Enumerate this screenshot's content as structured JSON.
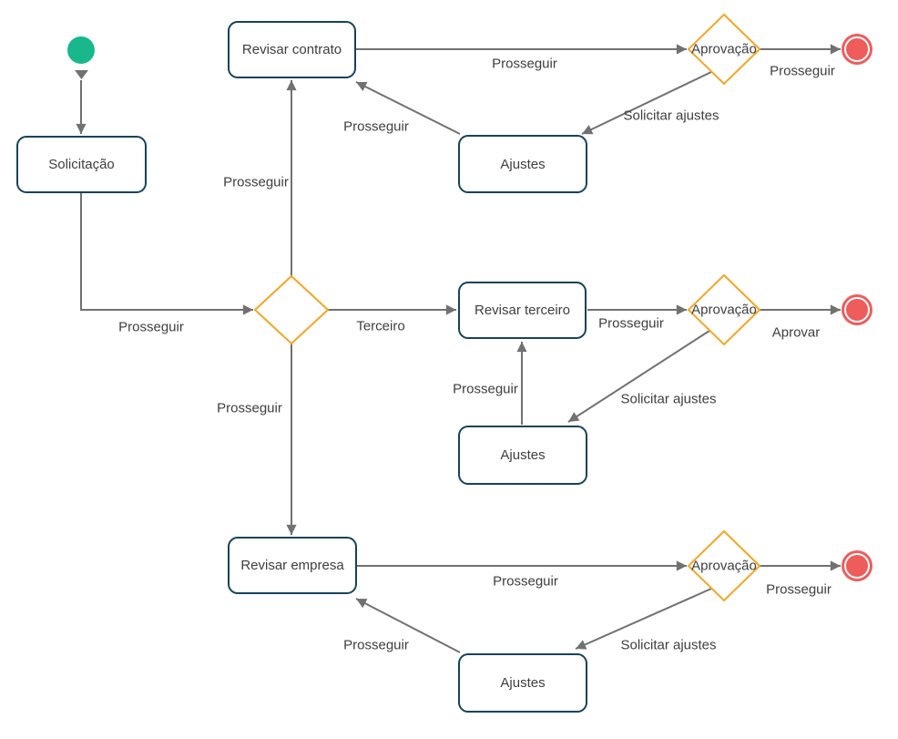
{
  "diagram": {
    "colors": {
      "node_border": "#17435a",
      "decision_border": "#f5a623",
      "start_fill": "#18b88c",
      "end_fill": "#ee5c5c",
      "edge": "#717171",
      "text": "#3e3e3e",
      "node_fill": "#ffffff"
    },
    "nodes": {
      "solicitacao": {
        "label": "Solicitação"
      },
      "revisar_contrato": {
        "label": "Revisar contrato"
      },
      "revisar_terceiro": {
        "label": "Revisar terceiro"
      },
      "revisar_empresa": {
        "label": "Revisar empresa"
      },
      "ajustes_top": {
        "label": "Ajustes"
      },
      "ajustes_mid": {
        "label": "Ajustes"
      },
      "ajustes_bottom": {
        "label": "Ajustes"
      },
      "aprovacao_top": {
        "label": "Aprovação"
      },
      "aprovacao_mid": {
        "label": "Aprovação"
      },
      "aprovacao_bottom": {
        "label": "Aprovação"
      }
    },
    "edge_labels": {
      "solicitacao_to_decision": "Prosseguir",
      "decision_to_contrato": "Prosseguir",
      "decision_to_terceiro": "Terceiro",
      "decision_to_empresa": "Prosseguir",
      "contrato_to_aprovacao": "Prosseguir",
      "aprovacao_top_to_end": "Prosseguir",
      "aprovacao_top_to_ajustes": "Solicitar ajustes",
      "ajustes_top_to_contrato": "Prosseguir",
      "terceiro_to_aprovacao": "Prosseguir",
      "aprovacao_mid_to_end": "Aprovar",
      "aprovacao_mid_to_ajustes": "Solicitar ajustes",
      "ajustes_mid_to_terceiro": "Prosseguir",
      "empresa_to_aprovacao": "Prosseguir",
      "aprovacao_bottom_to_end": "Prosseguir",
      "aprovacao_bottom_to_ajustes": "Solicitar ajustes",
      "ajustes_bottom_to_empresa": "Prosseguir"
    }
  }
}
